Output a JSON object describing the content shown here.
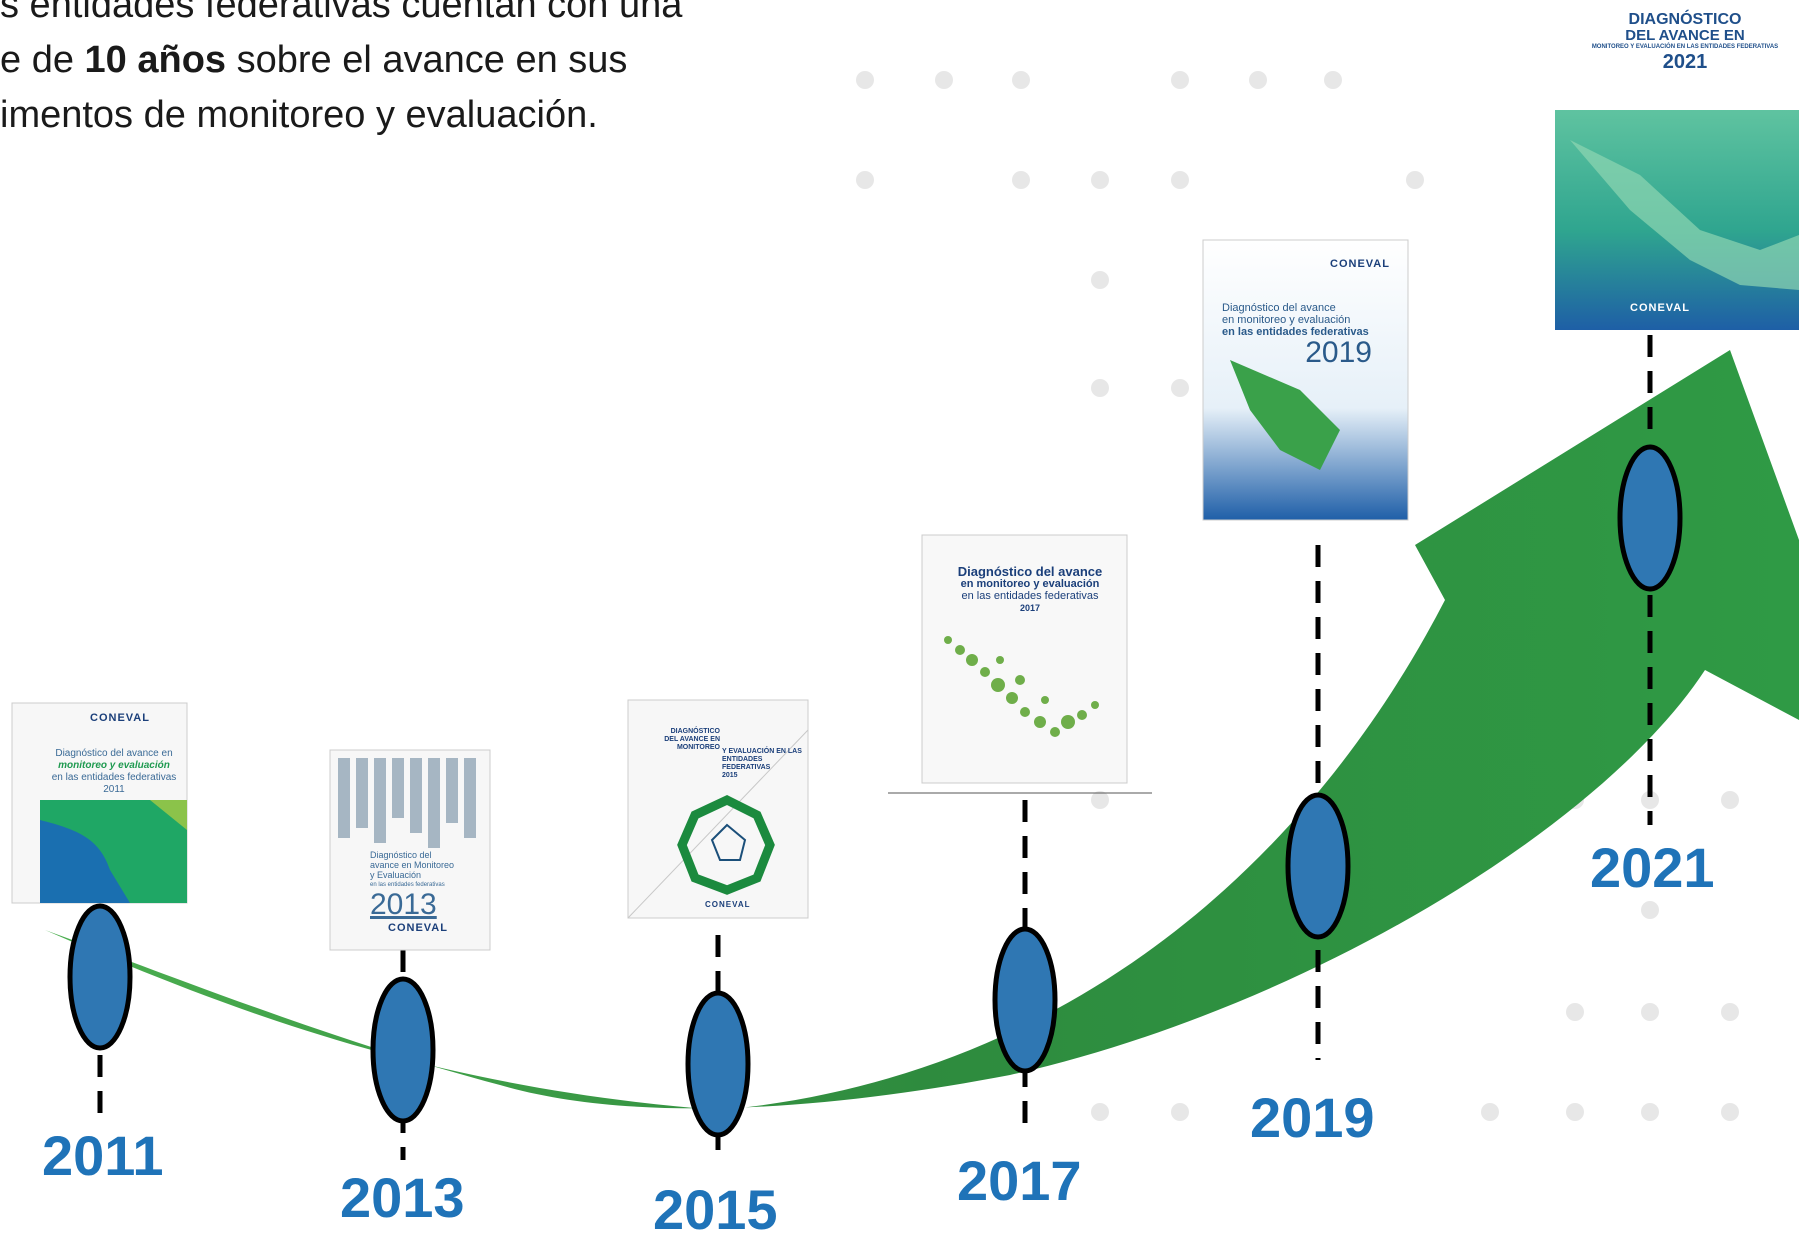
{
  "intro": {
    "line1": "s entidades federativas cuentan con una",
    "line2_pre": "e de ",
    "line2_bold": "10 años",
    "line2_post": " sobre el avance en sus",
    "line3": "imentos de monitoreo y evaluación."
  },
  "milestones": [
    {
      "year": "2011",
      "cover_title": "Diagnóstico del avance en",
      "cover_sub1": "monitoreo y evaluación",
      "cover_sub2": "en las entidades federativas 2011"
    },
    {
      "year": "2013",
      "cover_title": "Diagnóstico del avance en Monitoreo y Evaluación",
      "cover_sub1": "en las entidades federativas",
      "cover_year": "2013"
    },
    {
      "year": "2015",
      "cover_title": "DIAGNÓSTICO DEL AVANCE EN MONITOREO",
      "cover_sub1": "Y EVALUACIÓN EN LAS ENTIDADES FEDERATIVAS",
      "cover_year": "2015"
    },
    {
      "year": "2017",
      "cover_title": "Diagnóstico del avance",
      "cover_sub1": "en monitoreo y evaluación",
      "cover_sub2": "en las entidades federativas",
      "cover_year": "2017"
    },
    {
      "year": "2019",
      "cover_title": "Diagnóstico del avance",
      "cover_sub1": "en monitoreo y evaluación",
      "cover_sub2": "en las entidades federativas",
      "cover_year": "2019"
    },
    {
      "year": "2021",
      "cover_title": "DIAGNÓSTICO",
      "cover_sub1": "DEL AVANCE EN",
      "cover_sub2": "MONITOREO Y EVALUACIÓN EN LAS ENTIDADES FEDERATIVAS",
      "cover_year": "2021"
    }
  ],
  "logo_text": "CONEVAL",
  "colors": {
    "arrow": "#2f9a45",
    "node": "#2f77b3",
    "year_text": "#1f73b8",
    "dots": "#e6e6e6"
  }
}
